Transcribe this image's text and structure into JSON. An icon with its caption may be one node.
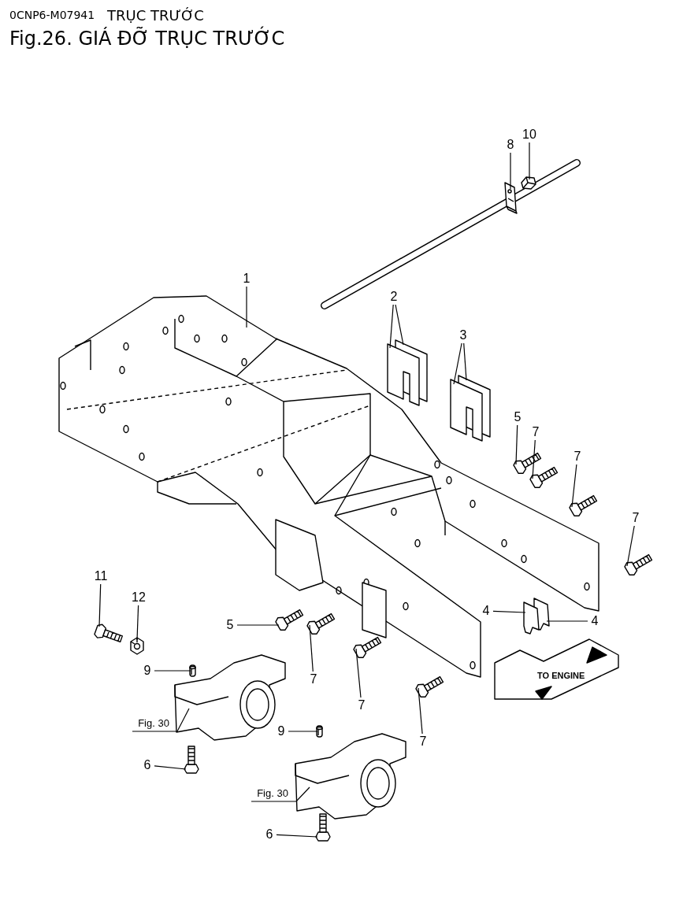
{
  "diagram": {
    "title": "Fig.26. GIÁ ĐỠ TRỤC TRƯỚC",
    "nodes": [
      {
        "text": [
          "8"
        ]
      },
      {
        "text": [
          "10"
        ]
      },
      {
        "text": [
          "1"
        ]
      },
      {
        "text": [
          "2"
        ]
      },
      {
        "text": [
          "3"
        ]
      },
      {
        "text": [
          "5"
        ]
      },
      {
        "text": [
          "7"
        ]
      },
      {
        "text": [
          "7"
        ]
      },
      {
        "text": [
          "7"
        ]
      },
      {
        "text": [
          "11"
        ]
      },
      {
        "text": [
          "12"
        ]
      },
      {
        "text": [
          "5"
        ]
      },
      {
        "text": [
          "4"
        ]
      },
      {
        "text": [
          "4"
        ]
      },
      {
        "text": [
          "9"
        ]
      },
      {
        "text": [
          "7"
        ]
      },
      {
        "text": [
          "7"
        ]
      },
      {
        "text": [
          "Fig. 30"
        ]
      },
      {
        "text": [
          "9"
        ]
      },
      {
        "text": [
          "7"
        ]
      },
      {
        "text": [
          "6"
        ]
      },
      {
        "text": [
          "Fig. 30"
        ]
      },
      {
        "text": [
          "6"
        ]
      },
      {
        "text": [],
        "shape": "picture"
      },
      {
        "text": [],
        "shape": "picture"
      },
      {
        "text": [],
        "shape": "picture"
      },
      {
        "text": [],
        "shape": "picture"
      },
      {
        "text": [],
        "shape": "picture"
      },
      {
        "text": [],
        "shape": "picture"
      },
      {
        "text": [],
        "shape": "picture"
      },
      {
        "text": [],
        "shape": "picture"
      },
      {
        "text": [],
        "shape": "picture"
      },
      {
        "text": [],
        "shape": "picture"
      },
      {
        "text": [],
        "shape": "picture"
      },
      {
        "text": [],
        "shape": "picture"
      },
      {
        "text": [],
        "shape": "picture"
      },
      {
        "text": [],
        "shape": "picture"
      },
      {
        "text": [],
        "shape": "picture"
      },
      {
        "text": [],
        "shape": "picture"
      },
      {
        "text": [],
        "shape": "picture"
      },
      {
        "text": [],
        "shape": "picture"
      },
      {
        "text": [],
        "shape": "picture"
      },
      {
        "text": [],
        "shape": "picture"
      },
      {
        "text": [],
        "shape": "picture"
      },
      {
        "text": [],
        "shape": "picture"
      },
      {
        "text": [],
        "shape": "picture"
      },
      {
        "text": [],
        "shape": "picture"
      },
      {
        "text": [],
        "shape": "picture"
      }
    ],
    "edges": [
      {
        "from": 0,
        "to": 23,
        "arrow": "none"
      },
      {
        "from": 1,
        "to": 24,
        "arrow": "none"
      },
      {
        "from": 2,
        "to": 25,
        "arrow": "none"
      },
      {
        "from": 3,
        "to": 26,
        "arrow": "none"
      },
      {
        "from": 3,
        "to": 27,
        "arrow": "none"
      },
      {
        "from": 4,
        "to": 28,
        "arrow": "none"
      },
      {
        "from": 4,
        "to": 29,
        "arrow": "none"
      },
      {
        "from": 5,
        "to": 30,
        "arrow": "none"
      },
      {
        "from": 6,
        "to": 31,
        "arrow": "none"
      },
      {
        "from": 7,
        "to": 32,
        "arrow": "none"
      },
      {
        "from": 8,
        "to": 33,
        "arrow": "none"
      },
      {
        "from": 9,
        "to": 34,
        "arrow": "none"
      },
      {
        "from": 10,
        "to": 35,
        "arrow": "none"
      },
      {
        "from": 11,
        "to": 36,
        "arrow": "none"
      },
      {
        "from": 12,
        "to": 37,
        "arrow": "none"
      },
      {
        "from": 13,
        "to": 38,
        "arrow": "none"
      },
      {
        "from": 14,
        "to": 39,
        "arrow": "none"
      },
      {
        "from": 15,
        "to": 40,
        "arrow": "none"
      },
      {
        "from": 16,
        "to": 41,
        "arrow": "none"
      },
      {
        "from": 17,
        "to": 42,
        "arrow": "none"
      },
      {
        "from": 18,
        "to": 43,
        "arrow": "none"
      },
      {
        "from": 19,
        "to": 44,
        "arrow": "none"
      },
      {
        "from": 20,
        "to": 45,
        "arrow": "none"
      },
      {
        "from": 21,
        "to": 46,
        "arrow": "none"
      },
      {
        "from": 22,
        "to": 47,
        "arrow": "none"
      }
    ],
    "labels": [
      "0CNP6-M07941",
      "TRỤC TRƯỚC",
      "TO ENGINE"
    ]
  }
}
